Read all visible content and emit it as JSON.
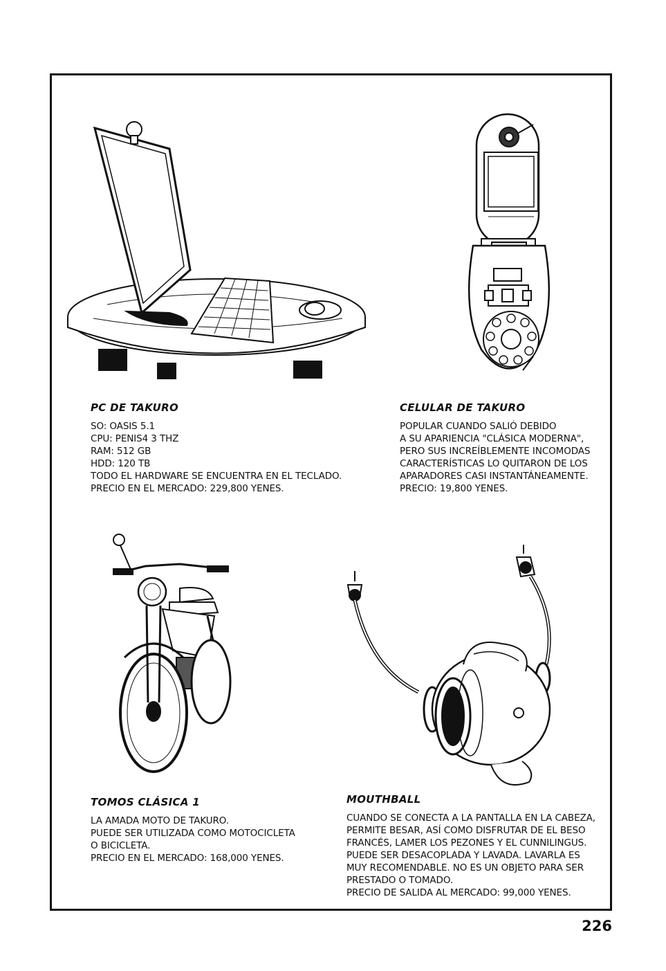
{
  "page_number": "226",
  "items": [
    {
      "title": "PC DE TAKURO",
      "lines": [
        "SO: OASIS 5.1",
        "CPU: PENIS4 3 THZ",
        "RAM: 512 GB",
        "HDD: 120 TB",
        "TODO EL HARDWARE SE ENCUENTRA EN EL TECLADO.",
        "PRECIO EN EL MERCADO: 229,800 YENES."
      ]
    },
    {
      "title": "CELULAR DE TAKURO",
      "lines": [
        "POPULAR CUANDO SALIÓ DEBIDO",
        "A SU APARIENCIA \"CLÁSICA MODERNA\",",
        "PERO SUS INCREÍBLEMENTE INCOMODAS",
        "CARACTERÍSTICAS LO QUITARON DE LOS",
        "APARADORES CASI INSTANTÁNEAMENTE.",
        "PRECIO: 19,800 YENES."
      ]
    },
    {
      "title": "TOMOS CLÁSICA 1",
      "lines": [
        "LA AMADA MOTO DE TAKURO.",
        "PUEDE SER UTILIZADA COMO MOTOCICLETA",
        "O BICICLETA.",
        "PRECIO EN EL MERCADO: 168,000 YENES."
      ]
    },
    {
      "title": "MOUTHBALL",
      "lines": [
        "CUANDO SE CONECTA A LA PANTALLA EN LA CABEZA,",
        "PERMITE BESAR, ASÍ COMO DISFRUTAR DE EL BESO",
        "FRANCÉS, LAMER LOS PEZONES Y EL CUNNILINGUS.",
        "PUEDE SER DESACOPLADA Y LAVADA. LAVARLA ES",
        "MUY RECOMENDABLE. NO ES UN OBJETO PARA SER",
        "PRESTADO O TOMADO.",
        "PRECIO DE SALIDA AL MERCADO: 99,000 YENES."
      ]
    }
  ]
}
